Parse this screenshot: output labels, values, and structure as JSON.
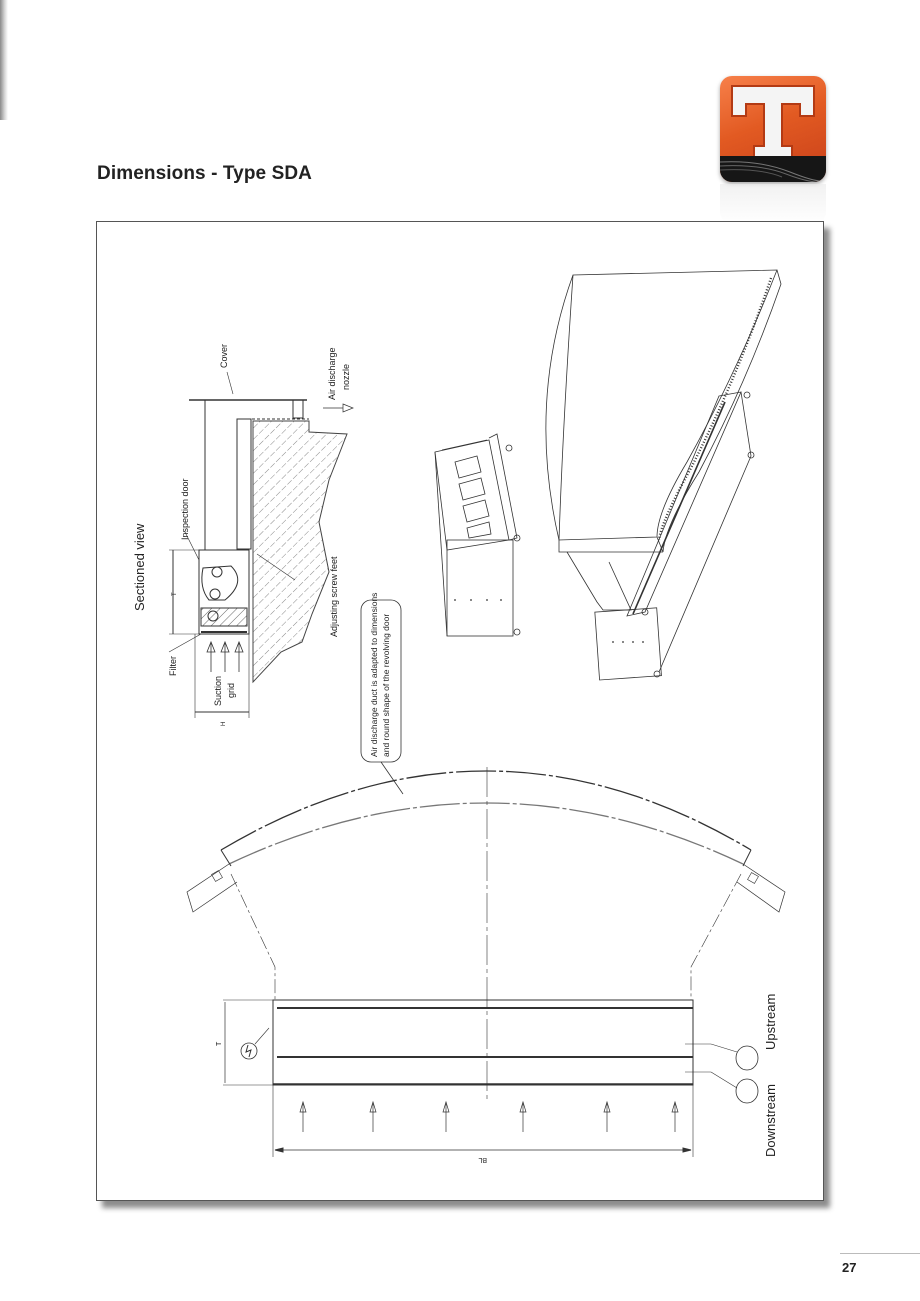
{
  "page": {
    "title": "Dimensions - Type SDA",
    "page_number": "27",
    "logo_letter": "T",
    "brand_color": "#e25a22"
  },
  "drawing": {
    "sectioned_view": {
      "title": "Sectioned view",
      "labels": {
        "cover": "Cover",
        "air_discharge_nozzle_line1": "Air discharge",
        "air_discharge_nozzle_line2": "nozzle",
        "inspection_door": "Inspection door",
        "adjusting_screw_feet": "Adjusting screw feet",
        "filter": "Filter",
        "suction_grid_line1": "Suction",
        "suction_grid_line2": "grid",
        "dim_t": "T",
        "dim_h": "H"
      }
    },
    "callout": {
      "line1": "Air discharge duct is adapted to dimensions",
      "line2": "and round shape of the revolving door"
    },
    "plan_view": {
      "dim_t": "T",
      "dim_bl": "BL",
      "upstream": "Upstream",
      "downstream": "Downstream"
    }
  }
}
